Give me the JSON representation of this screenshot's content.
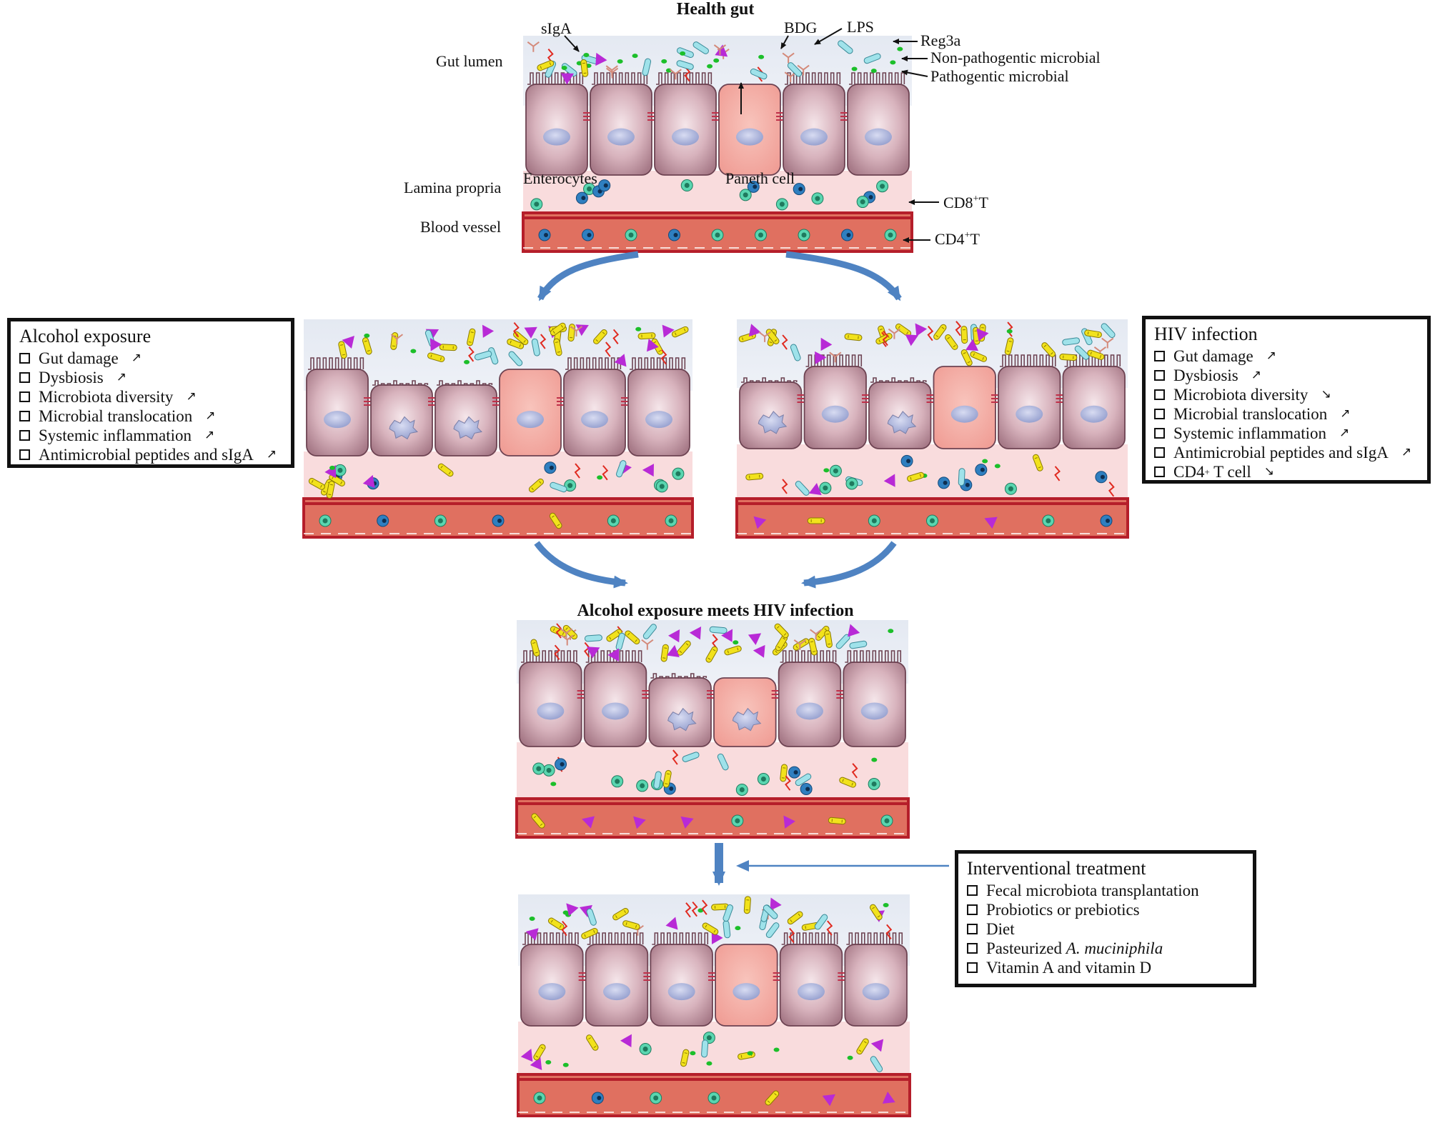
{
  "healthy_panel": {
    "title": "Health gut",
    "region_labels": {
      "gut_lumen": "Gut lumen",
      "lamina_propria": "Lamina propria",
      "blood_vessel": "Blood vessel",
      "enterocytes": "Enterocytes",
      "paneth_cell": "Paneth cell"
    },
    "legend_labels": {
      "siga": "sIgA",
      "bdg": "BDG",
      "lps": "LPS",
      "reg3a": "Reg3a",
      "non_pathogenic": "Non-pathogentic microbial",
      "pathogenic": "Pathogentic microbial",
      "cd8": "CD8",
      "cd8_sup": "+",
      "cd8_suffix": "T",
      "cd4": "CD4",
      "cd4_sup": "+",
      "cd4_suffix": "T"
    }
  },
  "alcohol_box": {
    "title": "Alcohol exposure",
    "items": [
      {
        "text": "Gut damage",
        "trend": "↗"
      },
      {
        "text": "Dysbiosis",
        "trend": "↗"
      },
      {
        "text": "Microbiota diversity",
        "trend": "↗"
      },
      {
        "text": "Microbial translocation",
        "trend": "↗"
      },
      {
        "text": "Systemic inflammation",
        "trend": "↗"
      },
      {
        "text": "Antimicrobial peptides and sIgA",
        "trend": "↗"
      }
    ]
  },
  "hiv_box": {
    "title": "HIV infection",
    "items": [
      {
        "text": "Gut damage",
        "trend": "↗"
      },
      {
        "text": "Dysbiosis",
        "trend": "↗"
      },
      {
        "text": "Microbiota diversity",
        "trend": "↘"
      },
      {
        "text": "Microbial translocation",
        "trend": "↗"
      },
      {
        "text": "Systemic inflammation",
        "trend": "↗"
      },
      {
        "text": "Antimicrobial peptides and sIgA",
        "trend": "↗"
      },
      {
        "text": "CD4",
        "sup": "+",
        "suffix": " T cell",
        "trend": "↘"
      }
    ]
  },
  "combined_panel": {
    "title": "Alcohol exposure meets HIV infection"
  },
  "intervention_box": {
    "title": "Interventional treatment",
    "items": [
      {
        "text": "Fecal microbiota transplantation"
      },
      {
        "text": "Probiotics or prebiotics"
      },
      {
        "text": "Diet"
      },
      {
        "text": "Pasteurized ",
        "italic": "A. muciniphila"
      },
      {
        "text": "Vitamin A and vitamin D"
      }
    ]
  },
  "colors": {
    "lumen": "#e6ebf3",
    "cell": "#b98a98",
    "cell_light": "#f2dde3",
    "paneth": "#f2a8a0",
    "nucleus": "#aab2d8",
    "lamina": "#f9dcdd",
    "vessel": "#e07060",
    "vessel_border": "#b51e2a",
    "arrow": "#4f83c2",
    "cd8": "#5ad6b0",
    "cd4": "#2f7fc0",
    "pathogenic": "#f2e21c",
    "non_pathogenic": "#9fe2ea",
    "lps": "#b82ad6",
    "bdg": "#e02a20",
    "siga": "#d48a7a",
    "reg3a": "#1cbf2a"
  }
}
